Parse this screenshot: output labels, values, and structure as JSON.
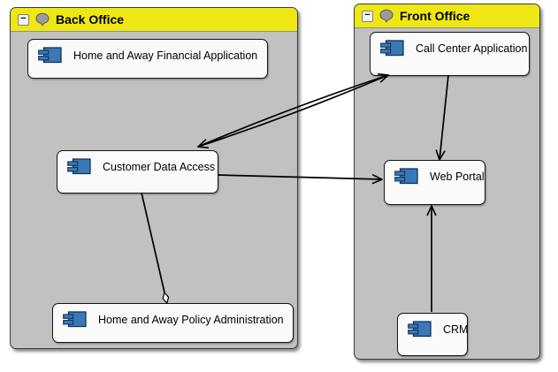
{
  "diagram": {
    "groups": [
      {
        "id": "back-office",
        "title": "Back Office",
        "components": [
          {
            "id": "financial-app",
            "label": "Home and Away Financial Application"
          },
          {
            "id": "customer-data-access",
            "label": "Customer Data Access"
          },
          {
            "id": "policy-admin",
            "label": "Home and Away Policy Administration"
          }
        ]
      },
      {
        "id": "front-office",
        "title": "Front Office",
        "components": [
          {
            "id": "call-center",
            "label": "Call Center Application"
          },
          {
            "id": "web-portal",
            "label": "Web Portal"
          },
          {
            "id": "crm",
            "label": "CRM"
          }
        ]
      }
    ],
    "connectors": [
      {
        "id": "cda-to-call-center",
        "from": "Customer Data Access",
        "to": "Call Center Application",
        "head": "open-arrow"
      },
      {
        "id": "call-center-to-cda",
        "from": "Call Center Application",
        "to": "Customer Data Access",
        "head": "open-arrow"
      },
      {
        "id": "cda-to-web-portal",
        "from": "Customer Data Access",
        "to": "Web Portal",
        "head": "open-arrow"
      },
      {
        "id": "cda-to-policy-admin",
        "from": "Customer Data Access",
        "to": "Home and Away Policy Administration",
        "head": "open-diamond"
      },
      {
        "id": "call-center-to-web-portal",
        "from": "Call Center Application",
        "to": "Web Portal",
        "head": "open-arrow"
      },
      {
        "id": "crm-to-web-portal",
        "from": "CRM",
        "to": "Web Portal",
        "head": "open-arrow"
      }
    ],
    "icons": {
      "collapse_glyph": "−",
      "note_icon": "balloon-icon",
      "component_icon": "uml-component-icon"
    },
    "colors": {
      "group_header": "#efe714",
      "group_body": "#c1c1c1",
      "component_fill": "#fafafa",
      "component_icon_fill": "#3b79b5",
      "component_icon_stroke": "#13325e",
      "connector": "#000000"
    }
  }
}
